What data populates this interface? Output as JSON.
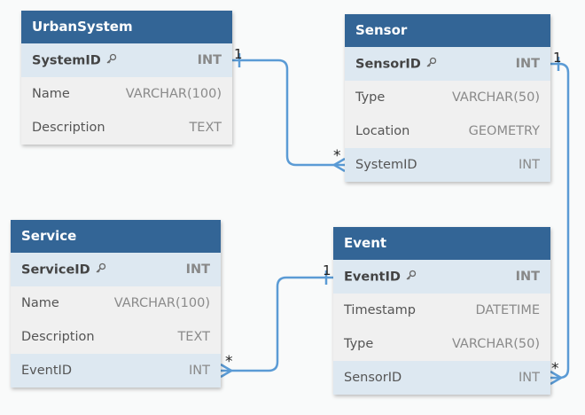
{
  "tables": {
    "urbansystem": {
      "title": "UrbanSystem",
      "rows": [
        {
          "name": "SystemID",
          "type": "INT"
        },
        {
          "name": "Name",
          "type": "VARCHAR(100)"
        },
        {
          "name": "Description",
          "type": "TEXT"
        }
      ]
    },
    "sensor": {
      "title": "Sensor",
      "rows": [
        {
          "name": "SensorID",
          "type": "INT"
        },
        {
          "name": "Type",
          "type": "VARCHAR(50)"
        },
        {
          "name": "Location",
          "type": "GEOMETRY"
        },
        {
          "name": "SystemID",
          "type": "INT"
        }
      ]
    },
    "service": {
      "title": "Service",
      "rows": [
        {
          "name": "ServiceID",
          "type": "INT"
        },
        {
          "name": "Name",
          "type": "VARCHAR(100)"
        },
        {
          "name": "Description",
          "type": "TEXT"
        },
        {
          "name": "EventID",
          "type": "INT"
        }
      ]
    },
    "event": {
      "title": "Event",
      "rows": [
        {
          "name": "EventID",
          "type": "INT"
        },
        {
          "name": "Timestamp",
          "type": "DATETIME"
        },
        {
          "name": "Type",
          "type": "VARCHAR(50)"
        },
        {
          "name": "SensorID",
          "type": "INT"
        }
      ]
    }
  },
  "relations": {
    "urbansystem_sensor": {
      "one": "1",
      "many": "*"
    },
    "event_service": {
      "one": "1",
      "many": "*"
    },
    "sensor_event": {
      "one": "1",
      "many": "*"
    }
  },
  "colors": {
    "header": "#336596",
    "link": "#5b9bd5"
  }
}
